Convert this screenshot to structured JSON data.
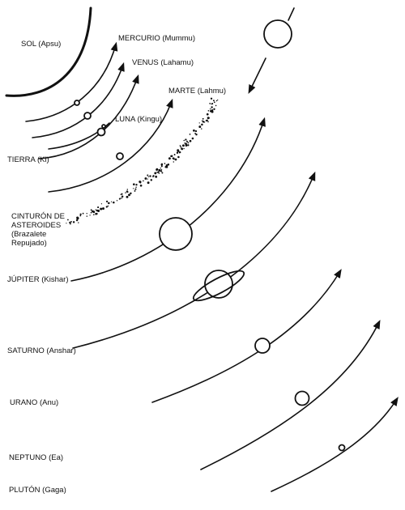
{
  "labels": {
    "sol": "SOL (Apsu)",
    "mercurio": "MERCURIO (Mummu)",
    "venus": "VENUS (Lahamu)",
    "marte": "MARTE (Lahmu)",
    "luna": "LUNA (Kingu)",
    "tierra": "TIERRA (Ki)",
    "cinturon_1": "CINTURÓN DE",
    "cinturon_2": "ASTEROIDES",
    "cinturon_3": "(Brazalete",
    "cinturon_4": "Repujado)",
    "jupiter": "JÚPITER (Kishar)",
    "saturno": "SATURNO (Anshar)",
    "urano": "URANO (Anu)",
    "neptuno": "NEPTUNO (Ea)",
    "pluton": "PLUTÓN (Gaga)"
  }
}
